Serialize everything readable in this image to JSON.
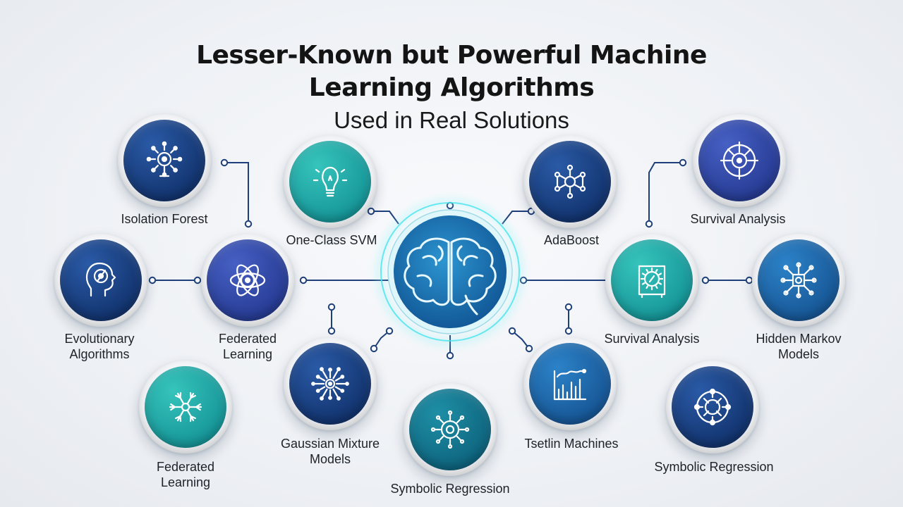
{
  "title": {
    "line1": "Lesser-Known but Powerful Machine",
    "line2": "Learning Algorithms",
    "subtitle": "Used in Real Solutions"
  },
  "colors": {
    "navy": "#123a78",
    "blue": "#1f5fa8",
    "indigo": "#2e47a8",
    "teal": "#1ea5a5",
    "cyan_glow": "#46e4ee",
    "connector": "#1e3f7a"
  },
  "center": {
    "icon": "brain-icon"
  },
  "nodes": [
    {
      "id": "isolation-forest",
      "label": [
        "Isolation Forest"
      ],
      "icon": "idea-chip-icon"
    },
    {
      "id": "one-class-svm",
      "label": [
        "One-Class SVM"
      ],
      "icon": "lightbulb-icon"
    },
    {
      "id": "adaboost",
      "label": [
        "AdaBoost"
      ],
      "icon": "network-icon"
    },
    {
      "id": "survival-analysis-top",
      "label": [
        "Survival Analysis"
      ],
      "icon": "target-icon"
    },
    {
      "id": "evolutionary-algorithms",
      "label": [
        "Evolutionary",
        "Algorithms"
      ],
      "icon": "head-profile-icon"
    },
    {
      "id": "federated-learning-mid",
      "label": [
        "Federated",
        "Learning"
      ],
      "icon": "orbit-icon"
    },
    {
      "id": "survival-analysis-mid",
      "label": [
        "Survival Analysis"
      ],
      "icon": "device-gear-icon"
    },
    {
      "id": "hidden-markov-models",
      "label": [
        "Hidden Markov",
        "Models"
      ],
      "icon": "chip-network-icon"
    },
    {
      "id": "federated-learning-bottom",
      "label": [
        "Federated",
        "Learning"
      ],
      "icon": "snowflake-icon"
    },
    {
      "id": "gaussian-mixture-models",
      "label": [
        "Gaussian Mixture",
        "Models"
      ],
      "icon": "starburst-icon"
    },
    {
      "id": "symbolic-regression-center",
      "label": [
        "Symbolic Regression"
      ],
      "icon": "gear-node-icon"
    },
    {
      "id": "tsetlin-machines",
      "label": [
        "Tsetlin Machines"
      ],
      "icon": "bar-chart-icon"
    },
    {
      "id": "symbolic-regression-right",
      "label": [
        "Symbolic Regression"
      ],
      "icon": "circuit-ring-icon"
    }
  ]
}
